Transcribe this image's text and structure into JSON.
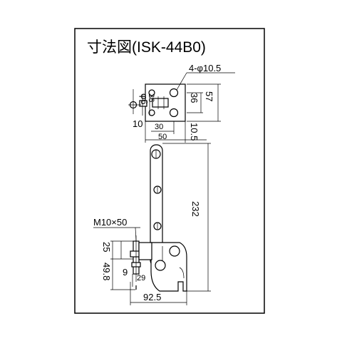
{
  "title": "寸法図(ISK-44B0)",
  "dimensions": {
    "hole": "4-φ10.5",
    "phi6": "φ6",
    "d36": "36",
    "d57": "57",
    "d10": "10",
    "d30": "30",
    "d10_5": "10.5",
    "d50": "50",
    "d232": "232",
    "bolt": "M10×50",
    "d25": "25",
    "d49_8": "49.8",
    "d9": "9",
    "d29": "29",
    "d92_5": "92.5"
  }
}
